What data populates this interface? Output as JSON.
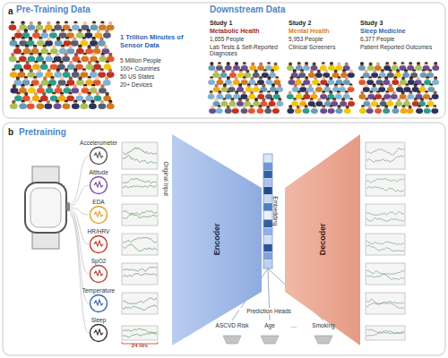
{
  "diagram": {
    "nodes": [
      {
        "text": [
          "a"
        ]
      },
      {
        "text": [
          "Pre-Training Data",
          "1 Trillion Minutes of Sensor Data",
          "5 Million People",
          "100+ Countries",
          "50 US States",
          "20+ Devices"
        ],
        "in": 0
      },
      {
        "text": [
          "Downstream Data"
        ],
        "in": 0
      },
      {
        "text": [
          "Study 1",
          "Metabolic Health",
          "1,655 People",
          "Lab Tests & Self-Reported Diagnoses"
        ],
        "in": 2
      },
      {
        "text": [
          "Study 2",
          "Mental Health",
          "5,953 People",
          "Clinical Screeners"
        ],
        "in": 2
      },
      {
        "text": [
          "Study 3",
          "Sleep Medicine",
          "6,377 People",
          "Patient Reported Outcomes"
        ],
        "in": 2
      },
      {
        "text": [
          "b",
          "Pretraining"
        ]
      },
      {
        "text": [
          "Accelerometer"
        ],
        "in": 6
      },
      {
        "text": [
          "Altitude"
        ],
        "in": 6
      },
      {
        "text": [
          "EDA"
        ],
        "in": 6
      },
      {
        "text": [
          "HR/HRV"
        ],
        "in": 6
      },
      {
        "text": [
          "SpO2"
        ],
        "in": 6
      },
      {
        "text": [
          "Temperature"
        ],
        "in": 6
      },
      {
        "text": [
          "Sleep"
        ],
        "in": 6
      },
      {
        "text": [
          "Encoder"
        ],
        "in": 6
      },
      {
        "text": [
          "Embedding"
        ],
        "in": 6
      },
      {
        "text": [
          "Decoder"
        ],
        "in": 6
      },
      {
        "text": [
          "ASCVD Risk"
        ],
        "in": 6
      },
      {
        "text": [
          "Age"
        ],
        "in": 6
      },
      {
        "text": [
          "Smoking"
        ],
        "in": 6
      }
    ],
    "edges": [
      {
        "from": 15,
        "to": 17,
        "arrow": "none"
      },
      {
        "from": 15,
        "to": 18,
        "arrow": "none"
      },
      {
        "from": 15,
        "to": 19,
        "arrow": "none"
      }
    ],
    "labels": [
      "Original Input",
      "24 Hrs",
      "Prediction Heads",
      "..."
    ]
  }
}
